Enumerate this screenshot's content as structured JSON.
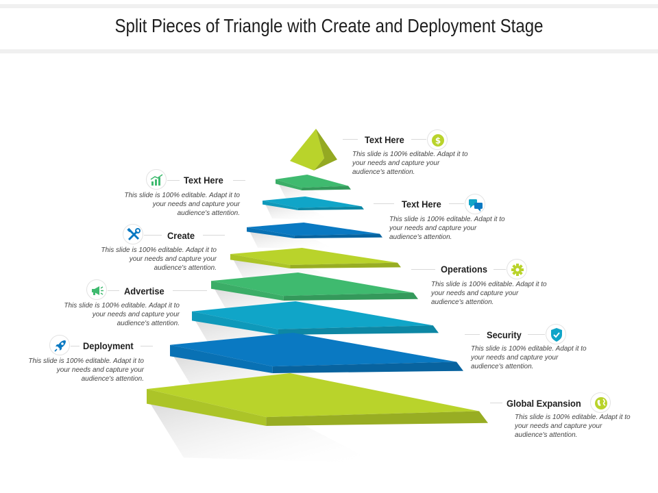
{
  "title": "Split Pieces of Triangle with Create and Deployment Stage",
  "colors": {
    "lime": "#b9d32b",
    "green": "#3fba6f",
    "teal": "#10a5c8",
    "blue": "#0a79c2"
  },
  "left_items": [
    {
      "label": "Text Here",
      "desc": "This slide is 100% editable. Adapt it to your needs and capture your audience's attention.",
      "icon": "growth-chart-icon"
    },
    {
      "label": "Create",
      "desc": "This slide is 100% editable. Adapt it to your needs and capture your audience's attention.",
      "icon": "tools-icon"
    },
    {
      "label": "Advertise",
      "desc": "This slide is 100% editable. Adapt it to your needs and capture your audience's attention.",
      "icon": "megaphone-icon"
    },
    {
      "label": "Deployment",
      "desc": "This slide is 100% editable. Adapt it to your needs and capture your audience's attention.",
      "icon": "rocket-icon"
    }
  ],
  "right_items": [
    {
      "label": "Text Here",
      "desc": "This slide is 100% editable. Adapt it to your needs and capture your audience's attention.",
      "icon": "dollar-icon"
    },
    {
      "label": "Text Here",
      "desc": "This slide is 100% editable. Adapt it to your needs and capture your audience's attention.",
      "icon": "chat-icon"
    },
    {
      "label": "Operations",
      "desc": "This slide is 100% editable. Adapt it to your needs and capture your audience's attention.",
      "icon": "gear-icon"
    },
    {
      "label": "Security",
      "desc": "This slide is 100% editable. Adapt it to your needs and capture your audience's attention.",
      "icon": "shield-icon"
    },
    {
      "label": "Global Expansion",
      "desc": "This slide is 100% editable. Adapt it to your needs and capture your audience's attention.",
      "icon": "globe-icon"
    }
  ]
}
